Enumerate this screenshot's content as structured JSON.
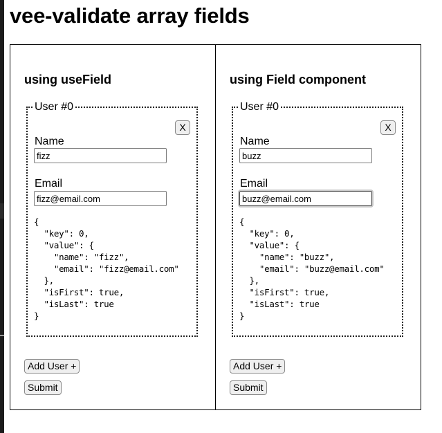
{
  "page": {
    "title": "vee-validate array fields"
  },
  "panels": [
    {
      "heading": "using useField",
      "users": [
        {
          "legend": "User #0",
          "remove_label": "X",
          "name_label": "Name",
          "name_value": "fizz",
          "email_label": "Email",
          "email_value": "fizz@email.com",
          "debug": "{\n  \"key\": 0,\n  \"value\": {\n    \"name\": \"fizz\",\n    \"email\": \"fizz@email.com\"\n  },\n  \"isFirst\": true,\n  \"isLast\": true\n}"
        }
      ],
      "add_user_label": "Add User +",
      "submit_label": "Submit"
    },
    {
      "heading": "using Field component",
      "users": [
        {
          "legend": "User #0",
          "remove_label": "X",
          "name_label": "Name",
          "name_value": "buzz",
          "email_label": "Email",
          "email_value": "buzz@email.com",
          "debug": "{\n  \"key\": 0,\n  \"value\": {\n    \"name\": \"buzz\",\n    \"email\": \"buzz@email.com\"\n  },\n  \"isFirst\": true,\n  \"isLast\": true\n}"
        }
      ],
      "add_user_label": "Add User +",
      "submit_label": "Submit"
    }
  ]
}
